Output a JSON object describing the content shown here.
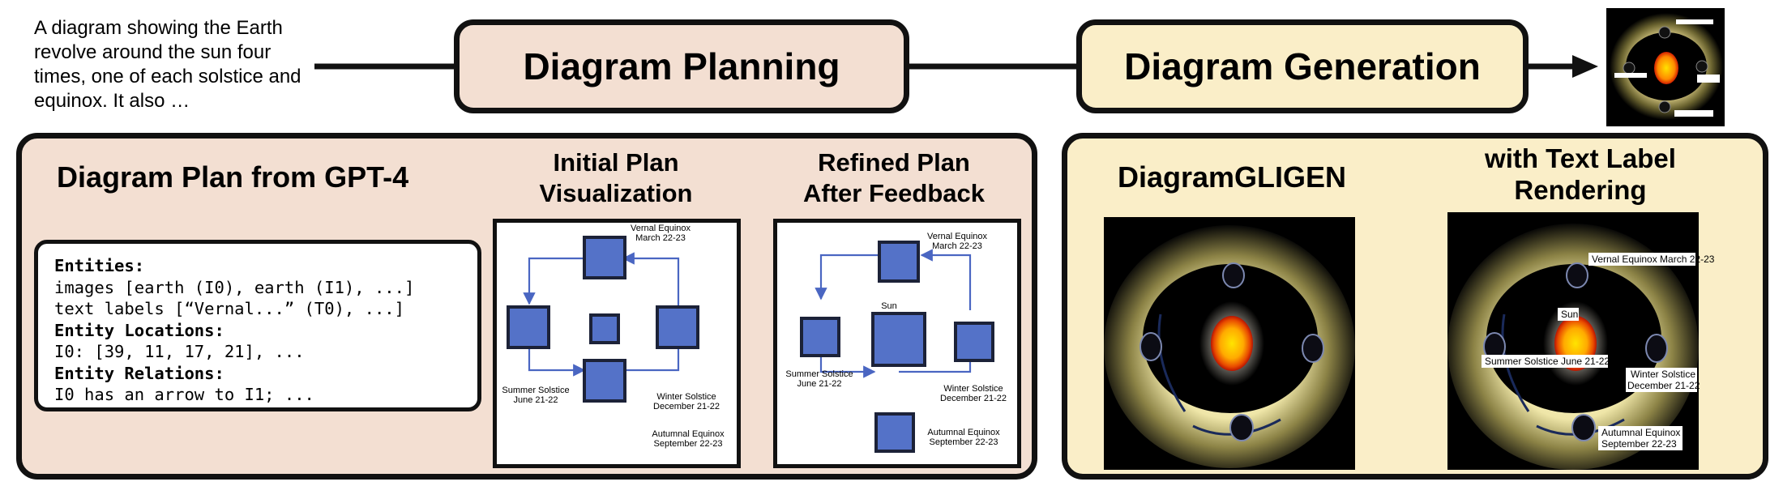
{
  "prompt_text": "A diagram showing the Earth revolve around the sun four times, one of each solstice and equinox. It also …",
  "stage_planning": "Diagram Planning",
  "stage_generation": "Diagram Generation",
  "plan_title": "Diagram Plan from GPT-4",
  "code": {
    "entities_heading": "Entities:",
    "images_line": "images [earth (I0), earth (I1), ...]",
    "text_labels_line": "text labels [“Vernal...” (T0), ...]",
    "locations_heading": "Entity Locations:",
    "locations_line": "I0: [39, 11, 17, 21], ...",
    "relations_heading": "Entity Relations:",
    "relations_line": "I0 has an arrow to I1; ..."
  },
  "initial_plan": {
    "title_line1": "Initial Plan",
    "title_line2": "Visualization",
    "vernal_line1": "Vernal Equinox",
    "vernal_line2": "March 22-23",
    "summer_line1": "Summer Solstice",
    "summer_line2": "June 21-22",
    "winter_line1": "Winter Solstice",
    "winter_line2": "December 21-22",
    "autumnal_line1": "Autumnal Equinox",
    "autumnal_line2": "September 22-23"
  },
  "refined_plan": {
    "title_line1": "Refined Plan",
    "title_line2": "After Feedback",
    "vernal_line1": "Vernal Equinox",
    "vernal_line2": "March 22-23",
    "sun": "Sun",
    "summer_line1": "Summer Solstice",
    "summer_line2": "June 21-22",
    "winter_line1": "Winter Solstice",
    "winter_line2": "December 21-22",
    "autumnal_line1": "Autumnal Equinox",
    "autumnal_line2": "September 22-23"
  },
  "gligen_title": "DiagramGLIGEN",
  "rendering_title_line1": "with Text Label",
  "rendering_title_line2": "Rendering",
  "rendered_labels": {
    "vernal": "Vernal Equinox March 22-23",
    "sun": "Sun",
    "summer": "Summer Solstice June 21-22",
    "winter_line1": "Winter Solstice",
    "winter_line2": "December 21-22",
    "autumnal_line1": "Autumnal Equinox",
    "autumnal_line2": "September 22-23"
  },
  "colors": {
    "planning_fill": "#f3dfd2",
    "generation_fill": "#faeec8",
    "box_fill": "#5472c8",
    "box_border": "#1c2238"
  }
}
